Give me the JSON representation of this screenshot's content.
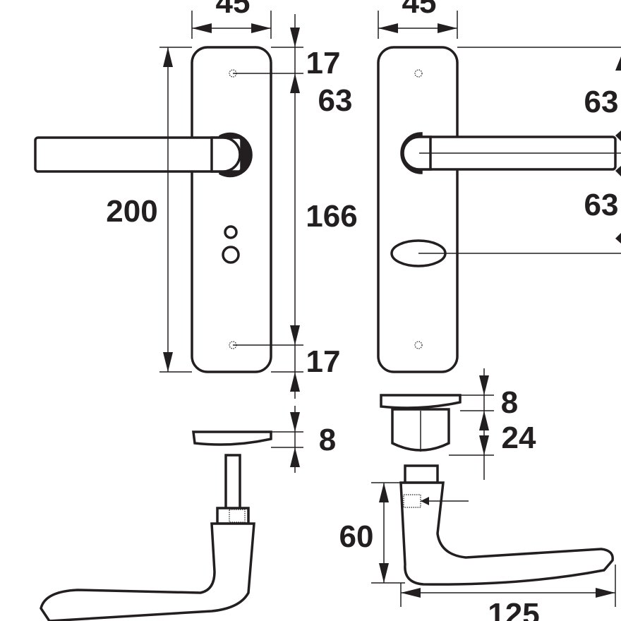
{
  "dimensions": {
    "plate_width_left": "45",
    "plate_width_right": "45",
    "top_offset": "17",
    "top_to_handle": "63",
    "plate_height": "200",
    "screw_spacing": "166",
    "bottom_offset": "17",
    "rose_thickness_left": "8",
    "rose_thickness_right": "8",
    "rose_depth": "24",
    "handle_height": "60",
    "handle_length": "125",
    "right_upper": "63",
    "right_lower": "63"
  },
  "colors": {
    "line": "#231f20",
    "background": "#ffffff"
  }
}
